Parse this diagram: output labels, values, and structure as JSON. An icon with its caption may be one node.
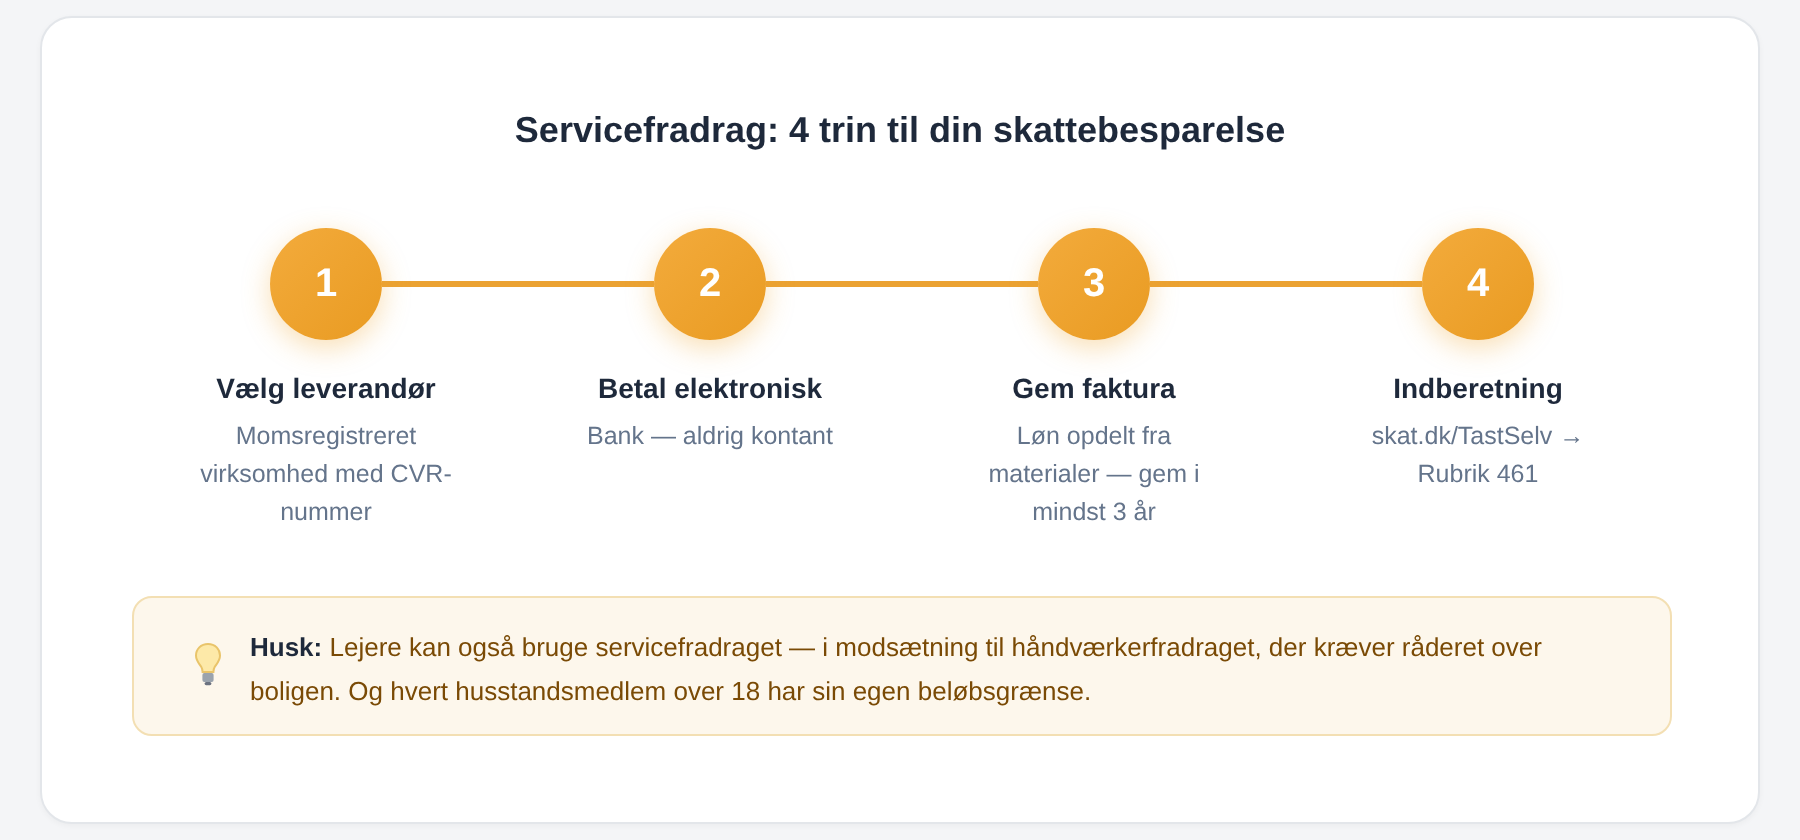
{
  "diagram": {
    "title": "Servicefradrag: 4 trin til din skattebesparelse",
    "nodes": [
      {
        "text": [
          "1"
        ],
        "beside": [
          "Vælg leverandør",
          "Momsregistreret virksomhed med CVR-nummer"
        ]
      },
      {
        "text": [
          "2"
        ],
        "beside": [
          "Betal elektronisk",
          "Bank — aldrig kontant"
        ]
      },
      {
        "text": [
          "3"
        ],
        "beside": [
          "Gem faktura",
          "Løn opdelt fra materialer — gem i mindst 3 år"
        ]
      },
      {
        "text": [
          "4"
        ],
        "beside": [
          "Indberetning",
          "skat.dk/TastSelv → Rubrik 461"
        ]
      },
      {
        "text": [
          "**Husk:** Lejere kan også bruge servicefradraget — i modsætning til håndværkerfradraget, der kræver råderet over boligen. Og hvert husstandsmedlem over 18 har sin egen beløbsgrænse."
        ]
      }
    ],
    "edges": [
      {
        "from": 0,
        "to": 1,
        "arrow": "none"
      },
      {
        "from": 1,
        "to": 2,
        "arrow": "none"
      },
      {
        "from": 2,
        "to": 3,
        "arrow": "none"
      }
    ]
  }
}
